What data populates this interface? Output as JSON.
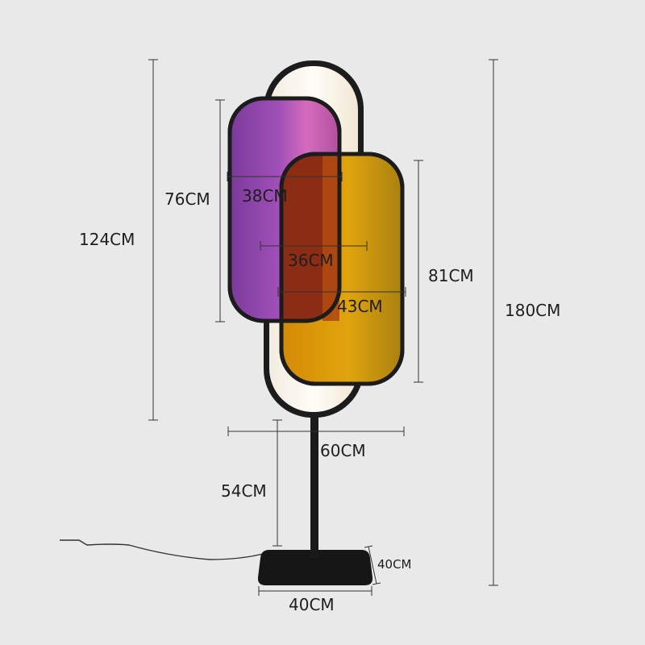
{
  "colors": {
    "background": "#e9e9e9",
    "frame": "#222222",
    "purple_panel": "#8b3fa0",
    "pink_panel": "#d96ab8",
    "amber_panel": "#c9940a",
    "orange_panel": "#8a2d12",
    "glow_panel": "#fff6e6",
    "dimension_line": "#333333"
  },
  "dimensions": {
    "total_height": "180CM",
    "head_height": "124CM",
    "purple_panel_height": "76CM",
    "amber_panel_height": "81CM",
    "purple_panel_width": "38CM",
    "middle_width": "36CM",
    "amber_panel_width": "43CM",
    "head_width": "60CM",
    "stem_height": "54CM",
    "base_width": "40CM",
    "base_depth": "40CM"
  }
}
